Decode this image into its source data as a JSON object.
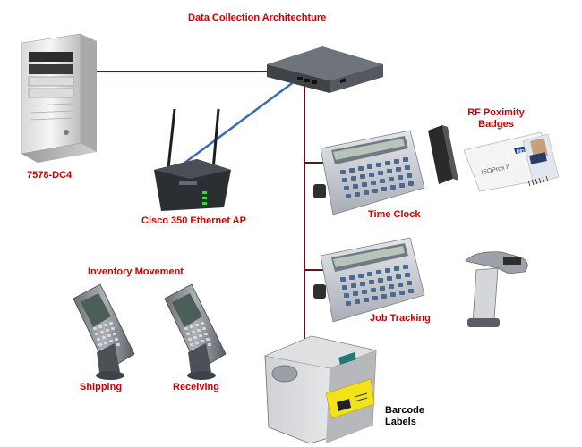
{
  "title": "Data Collection Architechture",
  "labels": {
    "server": "7578-DC4",
    "access_point": "Cisco 350 Ethernet AP",
    "rf_badges_line1": "RF Poximity",
    "rf_badges_line2": "Badges",
    "time_clock": "Time Clock",
    "job_tracking": "Job Tracking",
    "inventory": "Inventory Movement",
    "shipping": "Shipping",
    "receiving": "Receiving",
    "barcode_line1": "Barcode",
    "barcode_line2": "Labels"
  },
  "badge": {
    "brand": "HID",
    "product": "ISOProx II"
  },
  "colors": {
    "label_red": "#cc0000",
    "ethernet_line": "#5a1a1a",
    "wireless_line": "#3a6ab8"
  },
  "icons": [
    "server-tower-icon",
    "network-switch-icon",
    "wireless-ap-icon",
    "terminal-icon",
    "badge-reader-icon",
    "id-card-icon",
    "barcode-scanner-icon",
    "handheld-terminal-icon",
    "label-printer-icon"
  ]
}
